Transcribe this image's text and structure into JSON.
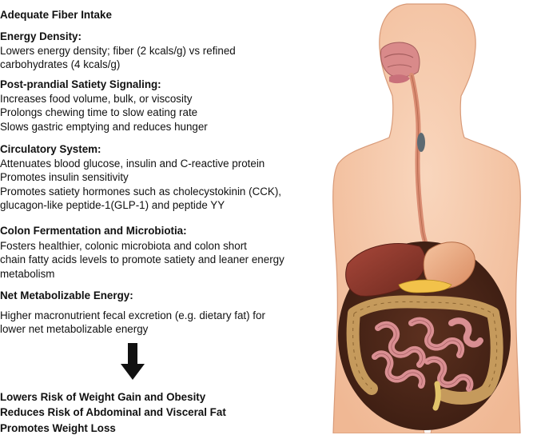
{
  "title": "Adequate Fiber Intake",
  "sections": [
    {
      "heading": "Energy Density:",
      "lines": [
        "Lowers energy density; fiber (2 kcals/g) vs refined",
        "carbohydrates (4 kcals/g)"
      ]
    },
    {
      "heading": "Post-prandial Satiety Signaling:",
      "lines": [
        "Increases food volume, bulk, or viscosity",
        "Prolongs chewing time to slow eating rate",
        "Slows gastric emptying and reduces hunger"
      ]
    },
    {
      "heading": "Circulatory System:",
      "lines": [
        "Attenuates blood glucose, insulin and C-reactive protein",
        "Promotes insulin sensitivity",
        "Promotes satiety hormones such as cholecystokinin (CCK),",
        "glucagon-like peptide-1(GLP-1) and peptide YY"
      ]
    },
    {
      "heading": "Colon Fermentation and Microbiotia:",
      "lines": [
        "Fosters healthier, colonic microbiota and colon short",
        "chain fatty acids levels to promote satiety and leaner energy",
        "metabolism"
      ]
    },
    {
      "heading": "Net Metabolizable Energy:",
      "lines": [
        "Higher macronutrient fecal excretion (e.g. dietary fat) for",
        "lower net metabolizable energy"
      ]
    }
  ],
  "outcomes": [
    "Lowers Risk of Weight Gain and Obesity",
    "Reduces Risk of Abdominal and Visceral Fat",
    "Promotes Weight Loss"
  ],
  "colors": {
    "skin": "#f6c7a6",
    "skin_outline": "#c98a6a",
    "liver": "#8e3a2a",
    "stomach": "#e9a47b",
    "intestine": "#d98b8b",
    "colon": "#b98a52",
    "cavity": "#4a2518",
    "arrow": "#111111"
  }
}
